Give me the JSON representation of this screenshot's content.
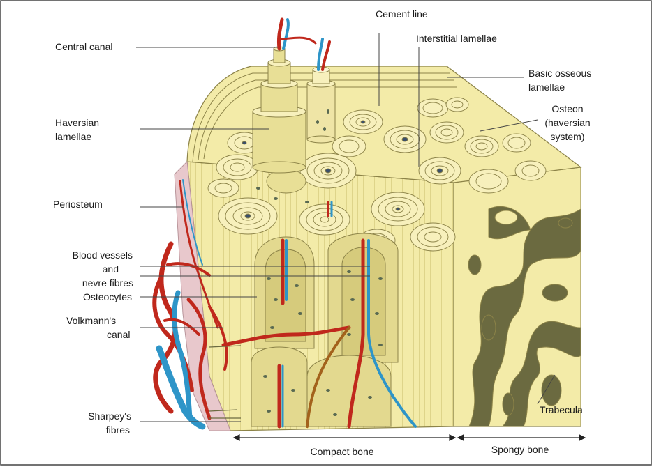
{
  "diagram": {
    "labels": {
      "central_canal": "Central canal",
      "haversian_lamellae_1": "Haversian",
      "haversian_lamellae_2": "lamellae",
      "periosteum": "Periosteum",
      "blood_vessels_1": "Blood vessels",
      "blood_vessels_2": "and",
      "blood_vessels_3": "nevre fibres",
      "osteocytes": "Osteocytes",
      "volkmanns_canal_1": "Volkmann's",
      "volkmanns_canal_2": "canal",
      "sharpeys_fibres_1": "Sharpey's",
      "sharpeys_fibres_2": "fibres",
      "cement_line": "Cement line",
      "interstitial_lamellae": "Interstitial lamellae",
      "basic_osseous_1": "Basic osseous",
      "basic_osseous_2": "lamellae",
      "osteon_1": "Osteon",
      "osteon_2": "(haversian",
      "osteon_3": "system)",
      "trabecula": "Trabecula",
      "compact_bone": "Compact bone",
      "spongy_bone": "Spongy bone"
    },
    "colors": {
      "bone_fill": "#f3eba8",
      "bone_shadow": "#e2d78a",
      "artery_red": "#c0281c",
      "vein_blue": "#2e95c8",
      "periosteum_pink": "#e8c8cc",
      "line_color": "#444444"
    }
  }
}
